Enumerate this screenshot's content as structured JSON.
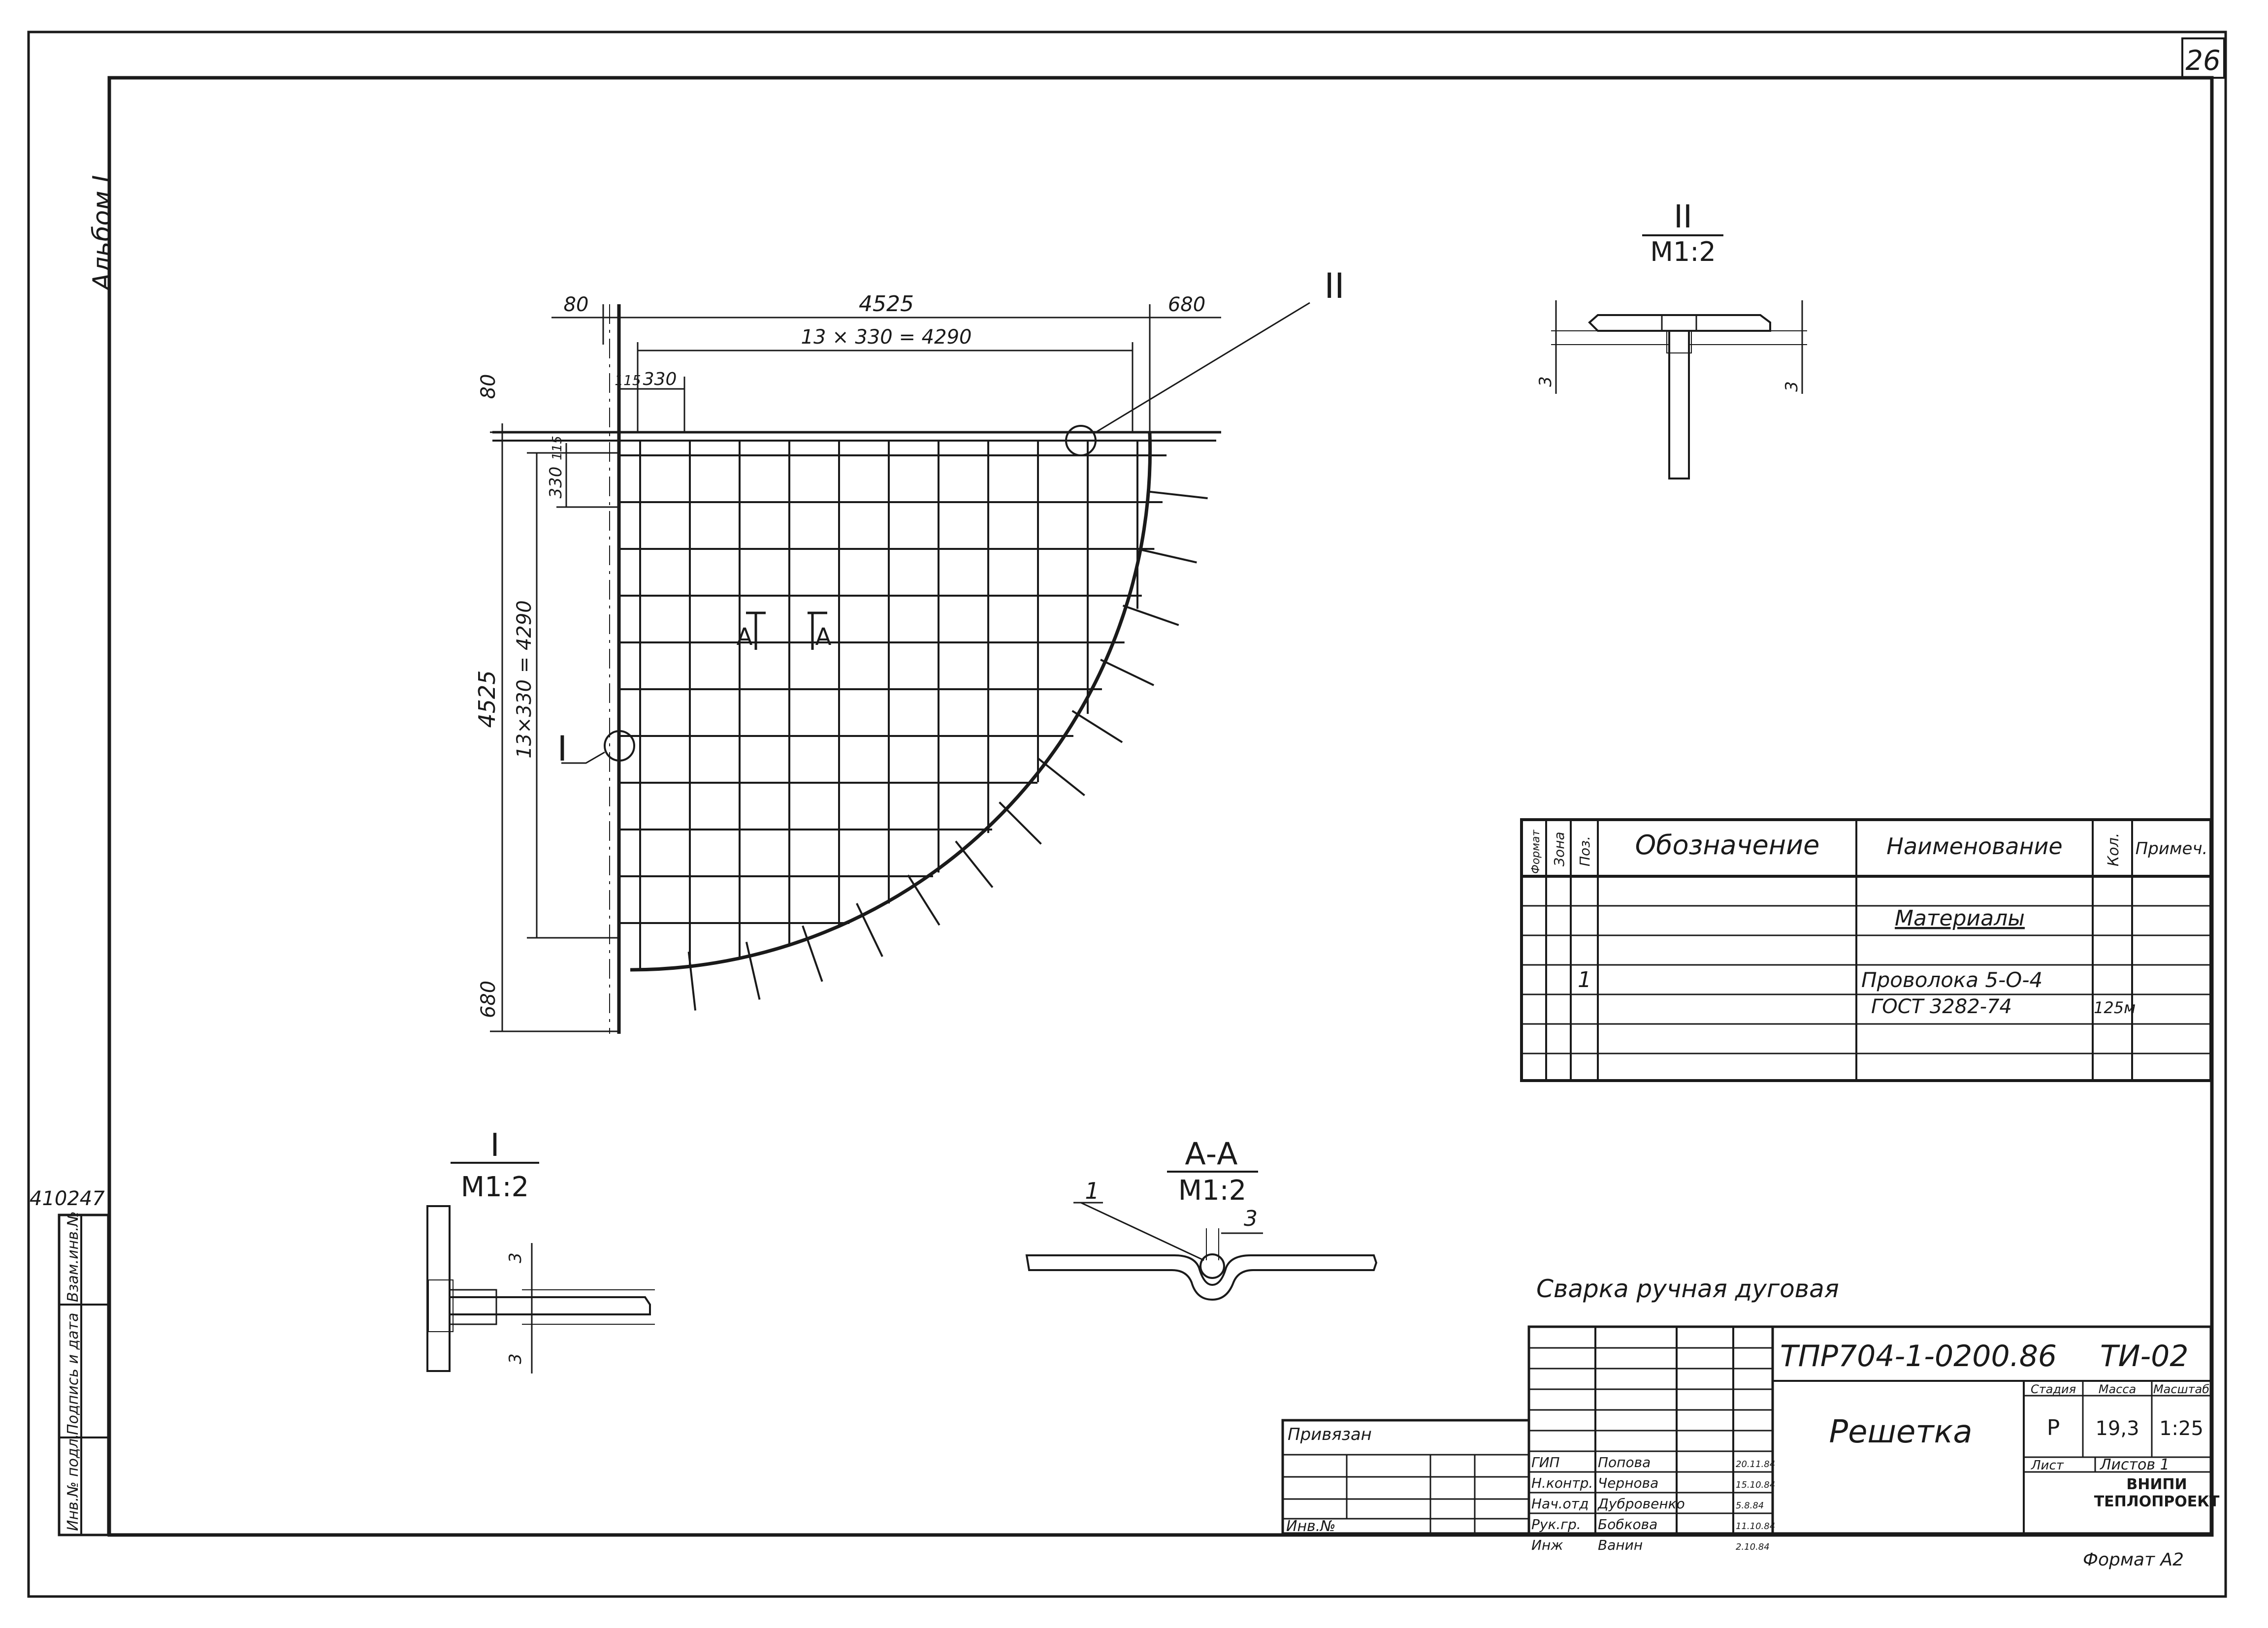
{
  "sheet_number": "26",
  "album_label": "Альбом I",
  "archive_number": "410247",
  "plan": {
    "dim_left_margin": "80",
    "dim_total_width": "4525",
    "dim_right_margin": "680",
    "dim_grid_width": "13 × 330 = 4290",
    "dim_first_offset": "115",
    "dim_first_cell": "330",
    "dim_top_margin": "80",
    "dim_total_height": "4525",
    "dim_grid_height": "13×330 = 4290",
    "dim_first_cell_v": "330",
    "dim_first_offset_v": "115",
    "dim_bottom_margin": "680",
    "section_a_left": "A",
    "section_a_right": "A",
    "callout_1": "I",
    "callout_2": "II"
  },
  "detail_2": {
    "title": "II",
    "scale": "M1:2",
    "dim_left": "3",
    "dim_right": "3"
  },
  "detail_1": {
    "title": "I",
    "scale": "M1:2",
    "dim_top": "3",
    "dim_bottom": "3"
  },
  "section_aa": {
    "title": "А-А",
    "scale": "M1:2",
    "pos_label": "1",
    "dim": "3"
  },
  "spec_table": {
    "headers": {
      "format": "Формат",
      "zone": "Зона",
      "pos": "Поз.",
      "designation": "Обозначение",
      "name": "Наименование",
      "qty": "Кол.",
      "note": "Примеч."
    },
    "section_title": "Материалы",
    "item_pos": "1",
    "item_name_1": "Проволока 5-О-4",
    "item_name_2": "ГОСТ 3282-74",
    "item_qty": "125м"
  },
  "welding_note": "Сварка ручная дуговая",
  "title_block": {
    "doc_code": "ТПР704-1-0200.86",
    "doc_suffix": "ТИ-02",
    "title": "Решетка",
    "stage_header": "Стадия",
    "mass_header": "Масса",
    "scale_header": "Масштаб",
    "stage": "Р",
    "mass": "19,3",
    "scale": "1:25",
    "sheet_label": "Лист",
    "sheets_label": "Листов 1",
    "org_line1": "ВНИПИ",
    "org_line2": "ТЕПЛОПРОЕКТ",
    "attached_label": "Привязан",
    "inv_label": "Инв.№",
    "format_label": "Формат А2",
    "signatures": [
      {
        "role": "ГИП",
        "name": "Попова",
        "date": "20.11.84"
      },
      {
        "role": "Н.контр.",
        "name": "Чернова",
        "date": "15.10.84"
      },
      {
        "role": "Нач.отд",
        "name": "Дубровенко",
        "date": "5.8.84"
      },
      {
        "role": "Рук.гр.",
        "name": "Бобкова",
        "date": "11.10.84"
      },
      {
        "role": "Инж",
        "name": "Ванин",
        "date": "2.10.84"
      }
    ]
  },
  "side_stamp": {
    "inv_podl": "Инв.№ подл.",
    "podpis": "Подпись и дата",
    "vzam": "Взам.инв.№"
  }
}
